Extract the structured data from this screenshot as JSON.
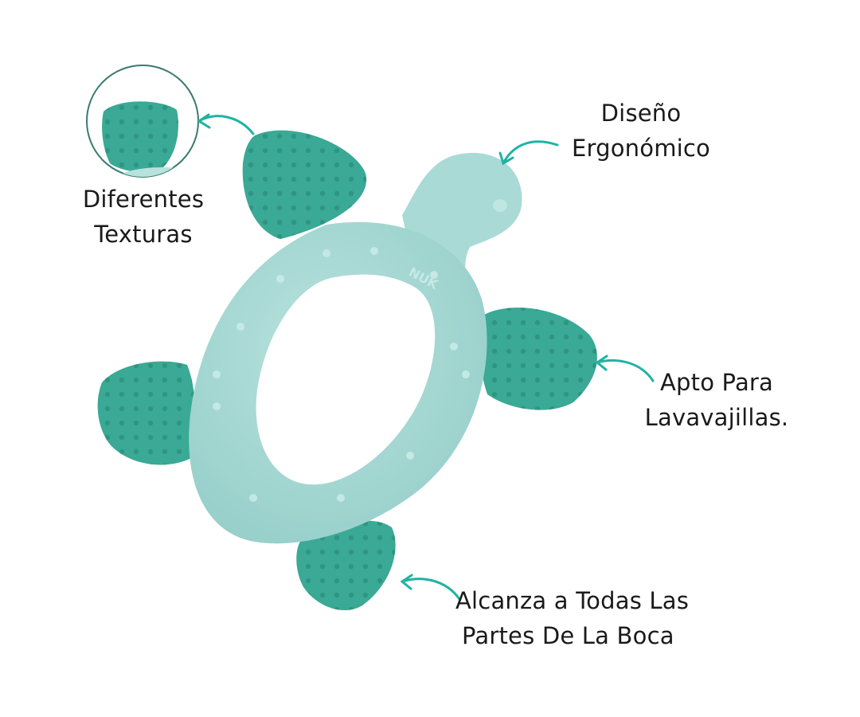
{
  "colors": {
    "teether_body": "#a9dad6",
    "teether_body_shadow": "#8ccac5",
    "teether_fin": "#3aa995",
    "teether_fin_dark": "#2b8f7c",
    "arrow": "#1fb3a4",
    "text": "#1a1a1a"
  },
  "brand_mark": "NUK",
  "annotations": {
    "textures": {
      "line1": "Diferentes",
      "line2": "Texturas"
    },
    "ergonomic": {
      "line1": "Diseño",
      "line2": "Ergonómico"
    },
    "dishwasher": {
      "line1": "Apto Para",
      "line2": "Lavavajillas."
    },
    "reach": {
      "line1": "Alcanza a Todas Las",
      "line2": "Partes De La Boca"
    }
  }
}
